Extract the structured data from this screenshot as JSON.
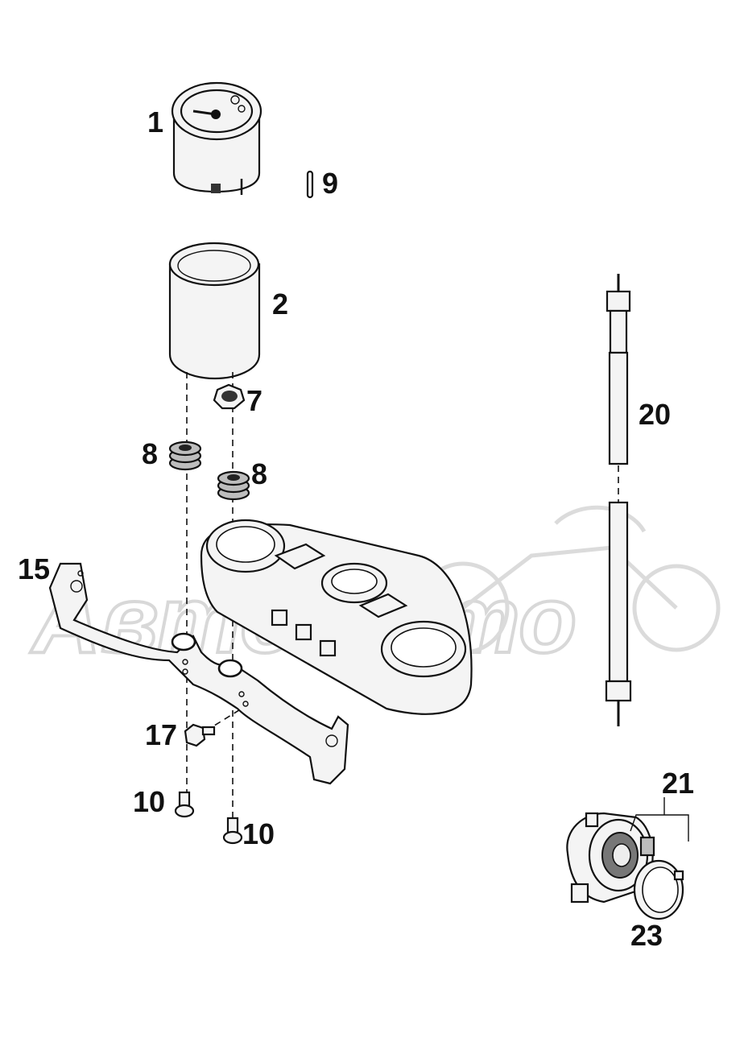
{
  "watermark": {
    "text": "АвтоМото"
  },
  "callouts": [
    {
      "id": "c1",
      "text": "1"
    },
    {
      "id": "c9",
      "text": "9"
    },
    {
      "id": "c2",
      "text": "2"
    },
    {
      "id": "c7",
      "text": "7"
    },
    {
      "id": "c8a",
      "text": "8"
    },
    {
      "id": "c8b",
      "text": "8"
    },
    {
      "id": "c20",
      "text": "20"
    },
    {
      "id": "c15",
      "text": "15"
    },
    {
      "id": "c17",
      "text": "17"
    },
    {
      "id": "c10a",
      "text": "10"
    },
    {
      "id": "c10b",
      "text": "10"
    },
    {
      "id": "c21",
      "text": "21"
    },
    {
      "id": "c23",
      "text": "23"
    }
  ]
}
